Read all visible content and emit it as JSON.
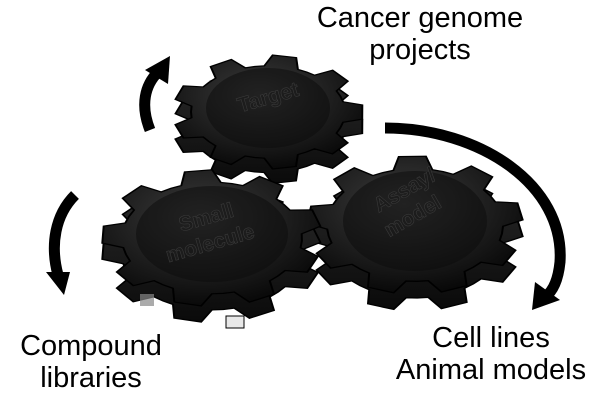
{
  "labels": {
    "top_line1": "Cancer genome",
    "top_line2": "projects",
    "left_line1": "Compound",
    "left_line2": "libraries",
    "right_line1": "Cell lines",
    "right_line2": "Animal models"
  },
  "gears": {
    "top": "Target",
    "left_line1": "Small",
    "left_line2": "molecule",
    "right_line1": "Assay/",
    "right_line2": "model"
  }
}
